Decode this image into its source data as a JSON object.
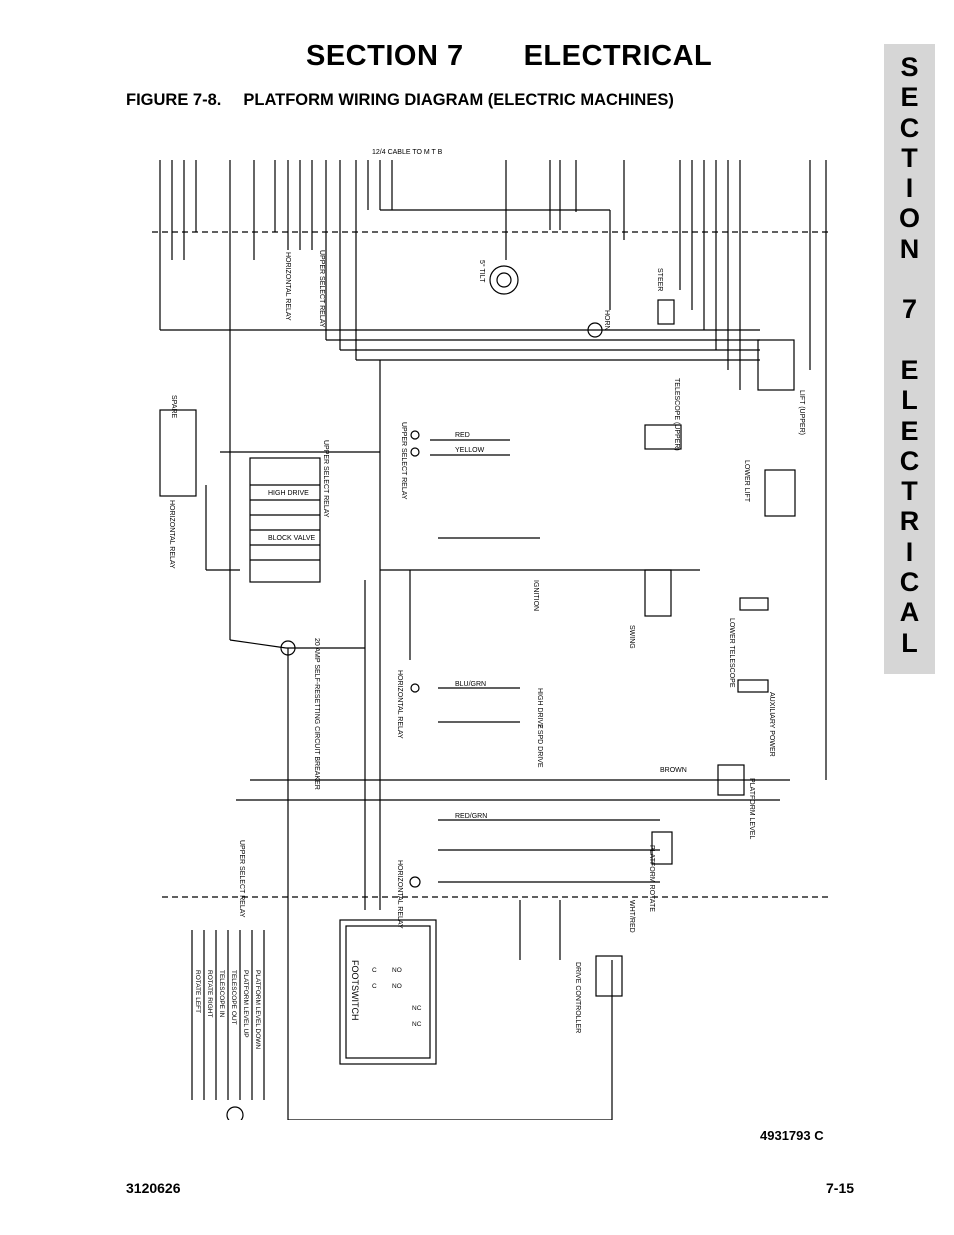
{
  "header": {
    "section_number": "SECTION 7",
    "section_title": "ELECTRICAL",
    "figure_number": "FIGURE 7-8.",
    "figure_title": "PLATFORM WIRING DIAGRAM (ELECTRIC MACHINES)"
  },
  "side_tab": {
    "letters": [
      "S",
      "E",
      "C",
      "T",
      "I",
      "O",
      "N",
      "",
      "7",
      "",
      "E",
      "L",
      "E",
      "C",
      "T",
      "R",
      "I",
      "C",
      "A",
      "L"
    ]
  },
  "diagram": {
    "top_cable": "12/4 CABLE TO M T B",
    "labels": {
      "horn": "HORN",
      "tilt": "5° TILT",
      "steer": "STEER",
      "lift_upper": "LIFT (UPPER)",
      "telescope_upper": "TELESCOPE (UPPER)",
      "lower_lift": "LOWER LIFT",
      "upper_select_relay_right": "UPPER SELECT RELAY",
      "upper_select_relay_top": "UPPER SELECT RELAY",
      "horizontal_relay_top": "HORIZONTAL RELAY",
      "upper_select_relay_left": "UPPER SELECT RELAY",
      "horizontal_relay_left": "HORIZONTAL RELAY",
      "spare": "SPARE",
      "high_drive_block": "HIGH DRIVE",
      "block_valve": "BLOCK VALVE",
      "ignition": "IGNITION",
      "swing": "SWING",
      "lower_telescope": "LOWER TELESCOPE",
      "circuit_breaker": "20 AMP SELF-RESETTING CIRCUIT BREAKER",
      "horizontal_relay_mid": "HORIZONTAL RELAY",
      "high_drive": "HIGH DRIVE",
      "two_spd_drive": "2 SPD DRIVE",
      "auxiliary_power": "AUXILIARY POWER",
      "platform_level": "PLATFORM LEVEL",
      "platform_rotate": "PLATFORM ROTATE",
      "drive_controller": "DRIVE CONTROLLER",
      "footswitch": "FOOTSWITCH",
      "horizontal_relay_bottom": "HORIZONTAL RELAY",
      "upper_select_relay_bottom": "UPPER SELECT RELAY"
    },
    "wire_colors": {
      "red": "RED",
      "yellow": "YELLOW",
      "blu_grn": "BLU/GRN",
      "red_grn": "RED/GRN",
      "brown": "BROWN",
      "wht_red": "WHT/RED"
    },
    "bottom_functions": [
      "ROTATE LEFT",
      "ROTATE RIGHT",
      "TELESCOPE IN",
      "TELESCOPE OUT",
      "PLATFORM LEVEL UP",
      "PLATFORM LEVEL DOWN"
    ],
    "footswitch_contacts": [
      "C",
      "NO",
      "C",
      "NO",
      "NC",
      "NC"
    ]
  },
  "part_number": "4931793 C",
  "footer": {
    "left": "3120626",
    "right": "7-15"
  }
}
